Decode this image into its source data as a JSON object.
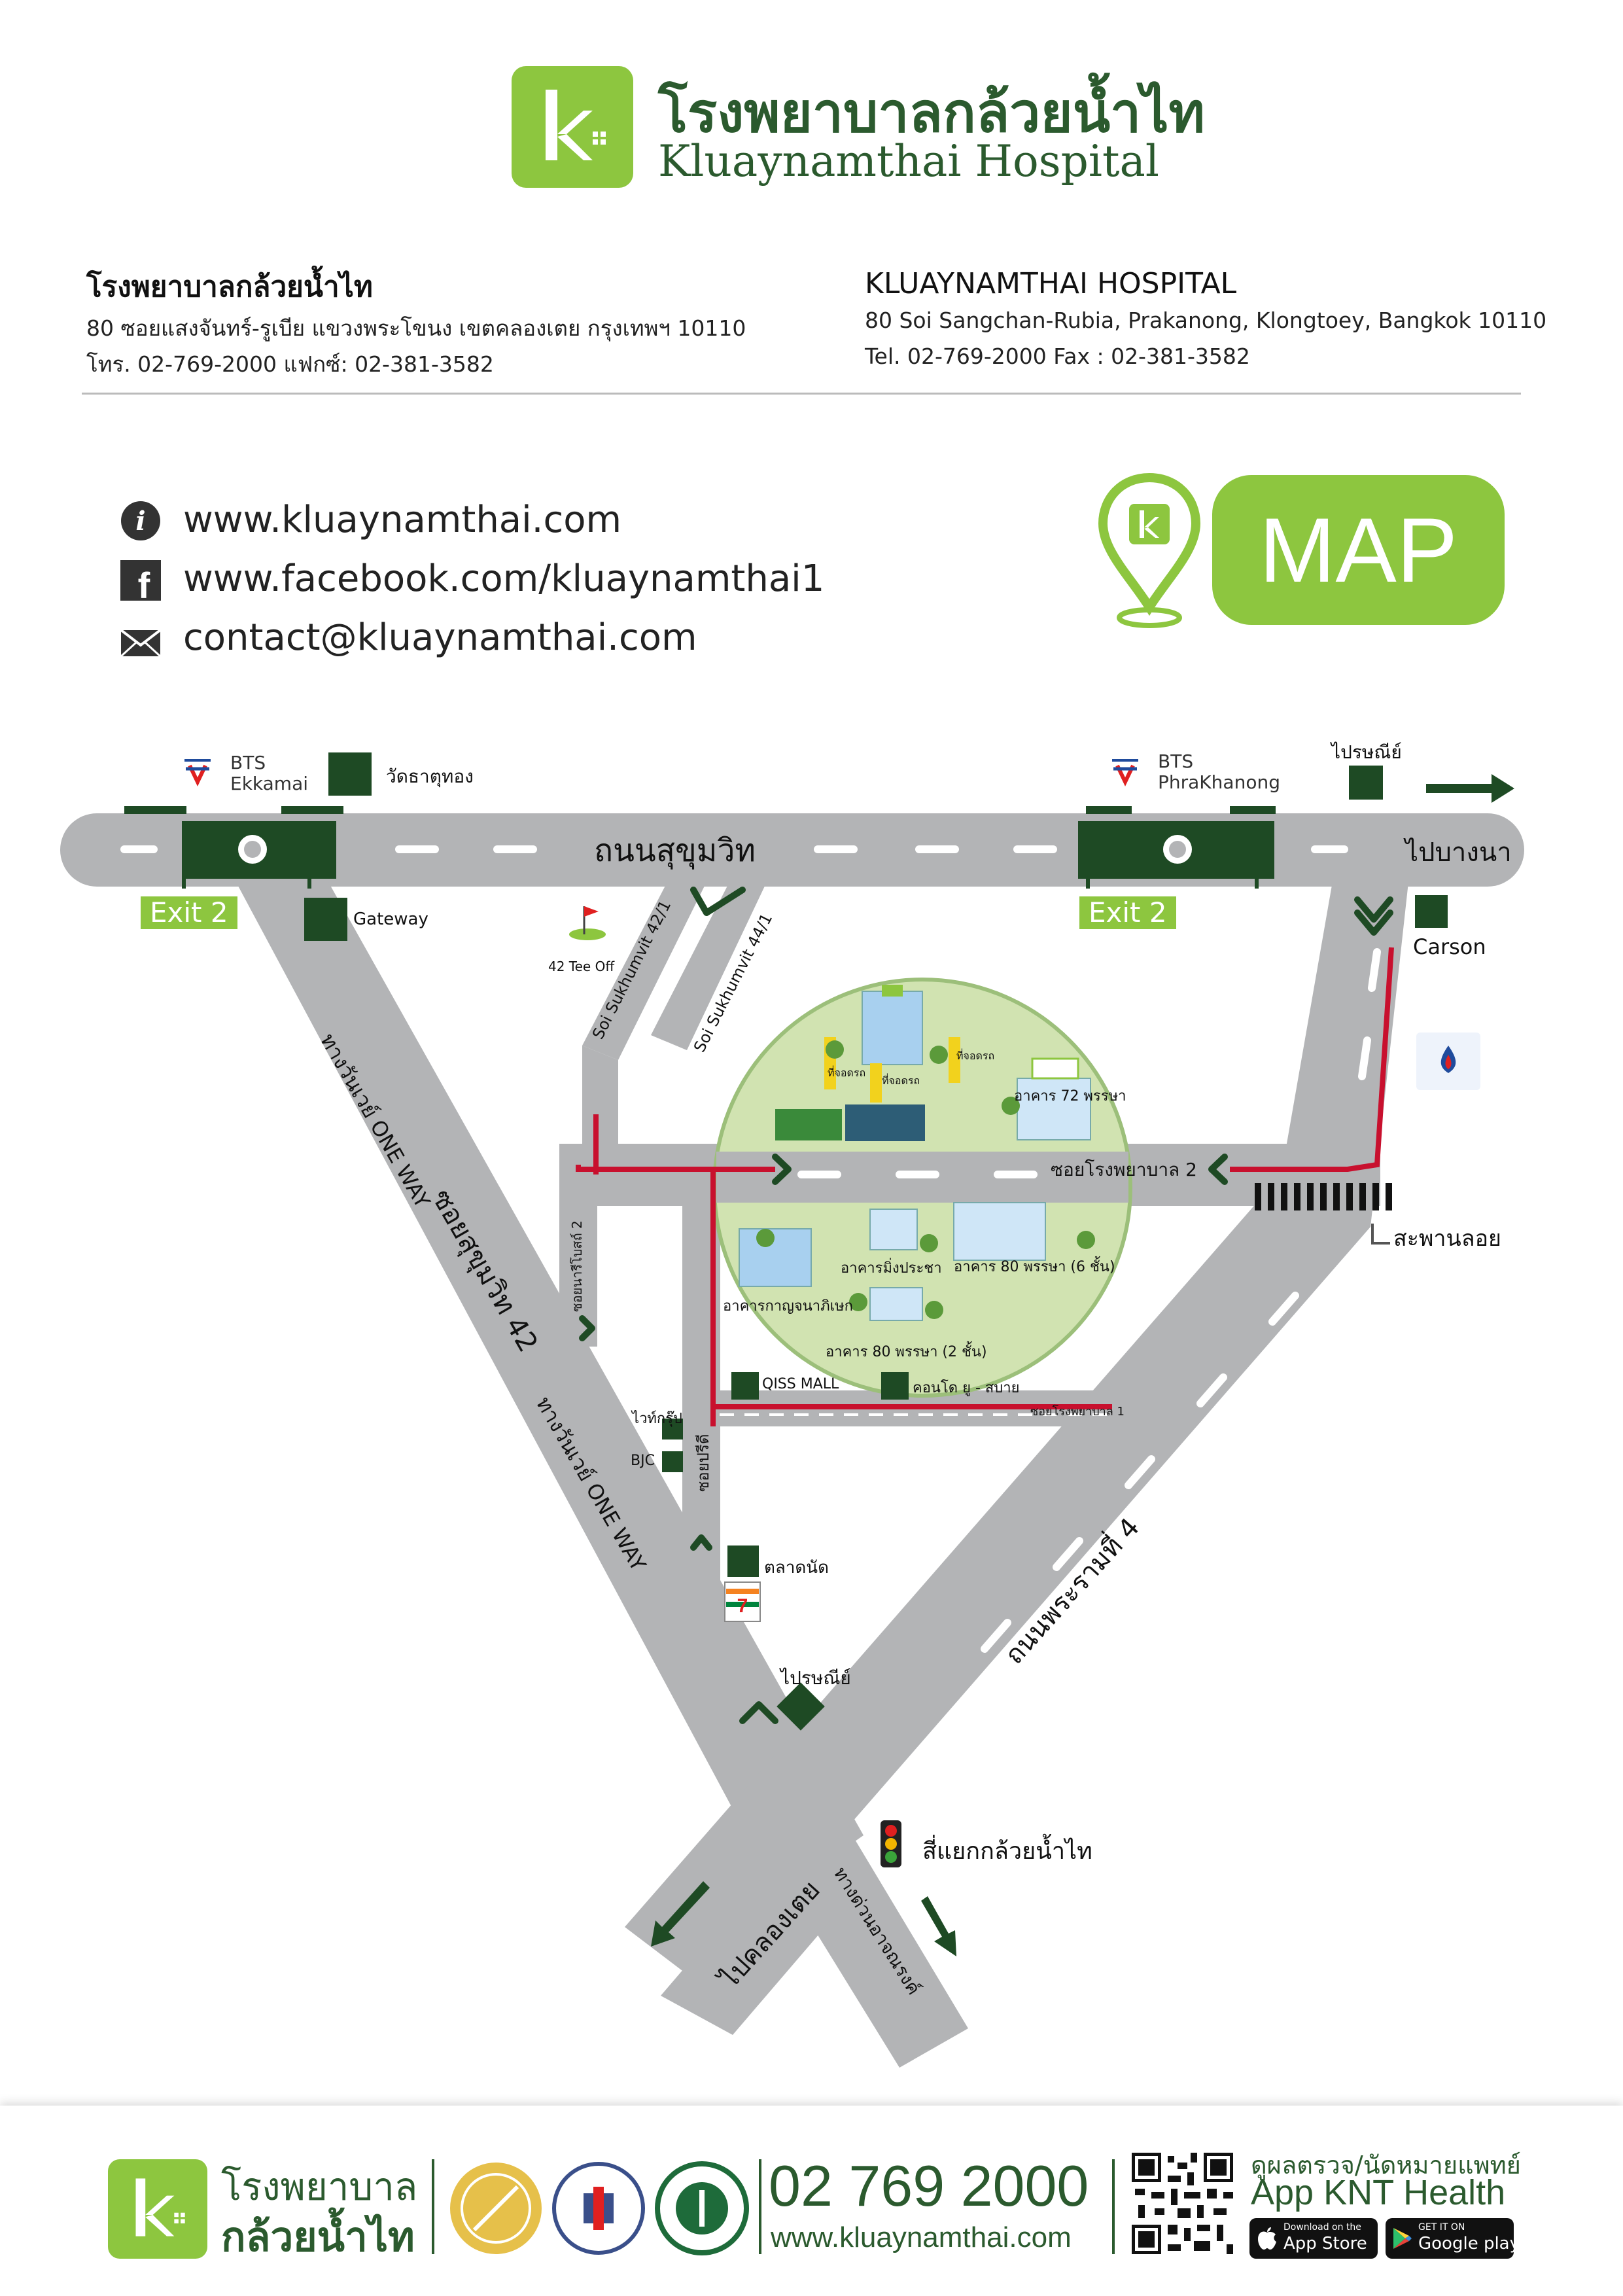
{
  "header": {
    "brand_th": "โรงพยาบาลกล้วยน้ำไท",
    "brand_en": "Kluaynamthai Hospital"
  },
  "address_th": {
    "title": "โรงพยาบาลกล้วยน้ำไท",
    "line1": "80 ซอยแสงจันทร์-รูเบีย แขวงพระโขนง เขตคลองเตย กรุงเทพฯ 10110",
    "line2": "โทร. 02-769-2000  แฟกซ์: 02-381-3582"
  },
  "address_en": {
    "title": "KLUAYNAMTHAI HOSPITAL",
    "line1": "80 Soi Sangchan-Rubia, Prakanong, Klongtoey, Bangkok 10110",
    "line2": "Tel. 02-769-2000  Fax : 02-381-3582"
  },
  "contacts": {
    "website": "www.kluaynamthai.com",
    "facebook": "www.facebook.com/kluaynamthai1",
    "email": "contact@kluaynamthai.com"
  },
  "map_button": "MAP",
  "map": {
    "bts_ekkamai": "BTS\nEkkamai",
    "bts_ekkamai_1": "BTS",
    "bts_ekkamai_2": "Ekkamai",
    "bts_phrakhanong_1": "BTS",
    "bts_phrakhanong_2": "PhraKhanong",
    "wat_that_thong": "วัดธาตุทอง",
    "post_top": "ไปรษณีย์",
    "sukhumvit_road": "ถนนสุขุมวิท",
    "to_bangna": "ไปบางนา",
    "exit_left": "Exit 2",
    "exit_right": "Exit 2",
    "gateway": "Gateway",
    "tee_off": "42 Tee Off",
    "carson": "Carson",
    "soi_42_1": "Soi Sukhumvit 42/1",
    "soi_44_1": "Soi Sukhumvit 44/1",
    "one_way_top": "ทางวันเวย์ ONE WAY",
    "soi_sukhumvit_42": "ซอยสุขุมวิท 42",
    "one_way_bottom": "ทางวันเวย์ ONE WAY",
    "soi_hospital_2": "ซอยโรงพยาบาล 2",
    "floating_bridge": "สะพานลอย",
    "soi_tharnsakul": "ซอยนารีโบสถ์ 2",
    "building_72": "อาคาร 72 พรรษา",
    "building_80_6": "อาคาร 80 พรรษา (6 ชั้น)",
    "building_80_2": "อาคาร 80 พรรษา (2 ชั้น)",
    "building_mangprasert": "อาคารมิ่งประชา",
    "building_kanjana": "อาคารกาญจนาภิเษก",
    "parking_1": "ที่จอดรถ",
    "parking_2": "ที่จอดรถ",
    "parking_3": "ที่จอดรถ",
    "qiss_mall": "QISS MALL",
    "condo": "คอนโด ยู - สบาย",
    "soi_hospital_1": "ซอยโรงพยาบาล 1",
    "white_group": "ไวท์กรุ๊ป",
    "bjc": "BJC",
    "soi_pridi": "ซอยปรีดี",
    "market": "ตลาดนัด",
    "rama4": "ถนนพระรามที่ 4",
    "post_bottom": "ไปรษณีย์",
    "intersection": "สี่แยกกล้วยน้ำไท",
    "to_klongtoey": "ไปคลองเตย",
    "expressway": "ทางด่วนอาจณรงค์"
  },
  "footer": {
    "brand_line1": "โรงพยาบาล",
    "brand_line2": "กล้วยน้ำไท",
    "phone": "02 769 2000",
    "website": "www.kluaynamthai.com",
    "app_caption": "ดูผลตรวจ/นัดหมายแพทย์",
    "app_name": "App KNT Health",
    "app_store_small": "Download on the",
    "app_store": "App Store",
    "google_small": "GET IT ON",
    "google": "Google play"
  },
  "colors": {
    "brand_green": "#8dc63f",
    "dark_green": "#1e4a24",
    "road_gray": "#b3b4b6",
    "route_red": "#c8102e"
  }
}
